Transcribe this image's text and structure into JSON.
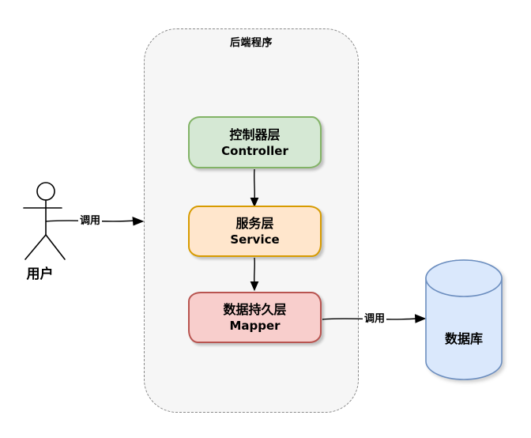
{
  "container": {
    "label": "后端程序",
    "fill": "#f6f6f6",
    "border_color": "#8a8a8a"
  },
  "actor": {
    "label": "用户"
  },
  "layers": [
    {
      "title_zh": "控制器层",
      "title_en": "Controller",
      "fill": "#d5e8d4",
      "stroke": "#82b366"
    },
    {
      "title_zh": "服务层",
      "title_en": "Service",
      "fill": "#ffe6cc",
      "stroke": "#d79b00"
    },
    {
      "title_zh": "数据持久层",
      "title_en": "Mapper",
      "fill": "#f8cecc",
      "stroke": "#b85450"
    }
  ],
  "database": {
    "label": "数据库",
    "fill": "#dae8fc",
    "stroke": "#6c8ebf"
  },
  "edges": [
    {
      "from": "用户",
      "to": "后端程序",
      "label": "调用"
    },
    {
      "from": "控制器层 Controller",
      "to": "服务层 Service"
    },
    {
      "from": "服务层 Service",
      "to": "数据持久层 Mapper"
    },
    {
      "from": "数据持久层 Mapper",
      "to": "数据库",
      "label": "调用"
    }
  ]
}
